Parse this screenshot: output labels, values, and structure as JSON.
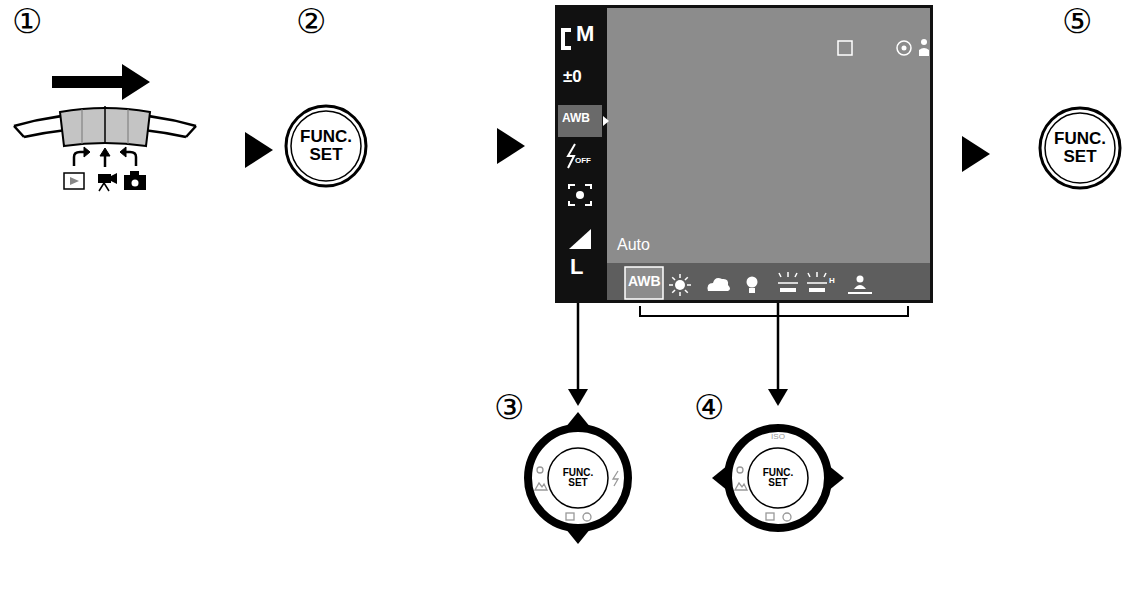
{
  "diagram": {
    "nodes": [
      {
        "text": [
          "FUNC. SET"
        ]
      },
      {
        "text": [
          "Auto"
        ]
      },
      {
        "text": [
          "FUNC. SET"
        ]
      },
      {
        "text": [
          "FUNC. SET"
        ]
      },
      {
        "text": [
          "ISO",
          "FUNC. SET"
        ]
      }
    ],
    "edges": [
      {
        "from": 0,
        "to": 1,
        "arrow": "to"
      },
      {
        "from": 1,
        "to": 2,
        "arrow": "to"
      },
      {
        "from": 1,
        "to": 3,
        "arrow": "to"
      },
      {
        "from": 1,
        "to": 4,
        "arrow": "to"
      }
    ],
    "labels": [
      "①",
      "②",
      "⑤",
      "M",
      "±0",
      "AWB",
      "OFF",
      "L",
      "AWB",
      "H",
      "③",
      "④"
    ]
  }
}
